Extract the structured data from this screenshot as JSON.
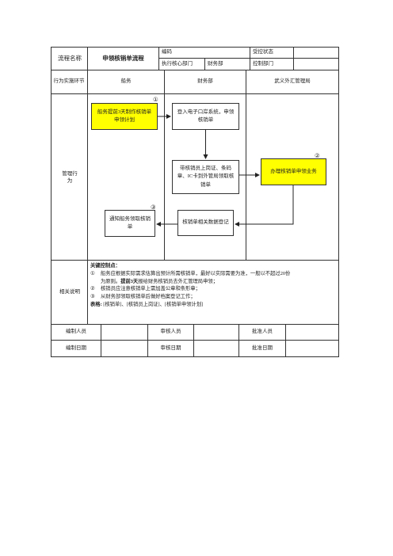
{
  "header": {
    "process_name_label": "流程名称",
    "process_name_value": "申领核销单流程",
    "code_label": "编码",
    "code_value": "",
    "controlled_status_label": "受控状态",
    "controlled_status_value": "",
    "exec_dept_label": "执行核心部门",
    "exec_dept_value": "财务部",
    "control_dept_label": "控制部门",
    "control_dept_value": ""
  },
  "lanes": {
    "row_label": "行为实施环节",
    "lane1": "船务",
    "lane2": "财务部",
    "lane3": "武义外汇管理局"
  },
  "management_label": "管理行为",
  "flow": {
    "step1": "船务提前3天制作核销单申领计划",
    "step1_marker": "①",
    "step2": "登入电子口岸系统，申领核销单",
    "step3": "带核销员上岗证、条码章、IC卡到外管局领取核销单",
    "step4": "办理核销单申领业务",
    "step4_marker": "②",
    "step5": "核销单相关数据登记",
    "step6": "通知船务领取核销单",
    "step6_marker": "③"
  },
  "notes": {
    "section_label": "相关说明",
    "key_points_title": "关键控制点：",
    "point1_marker": "①",
    "point1_a": "船务应根据实际需求估算出预计所需核销单，最好以实际需要为准，一般以不超过20份",
    "point1_b_pre": "为原则。",
    "point1_b_bold": "提前3天",
    "point1_b_post": "报给财务核销员去外汇管理局申领；",
    "point2_marker": "②",
    "point2": "核销员应注意核销单上需加盖公章和条形章；",
    "point3_marker": "③",
    "point3": "从财务部领取核销单后做好档案登记工作；",
    "forms_label": "表格:",
    "forms_text": "[核销单]、[核销员上岗证]、[核销单申领计划]"
  },
  "footer": {
    "prepared_by_label": "编制人员",
    "reviewed_by_label": "审核人员",
    "approved_by_label": "批准人员",
    "prepared_date_label": "编制日期",
    "reviewed_date_label": "审核日期",
    "approved_date_label": "批准日期"
  }
}
